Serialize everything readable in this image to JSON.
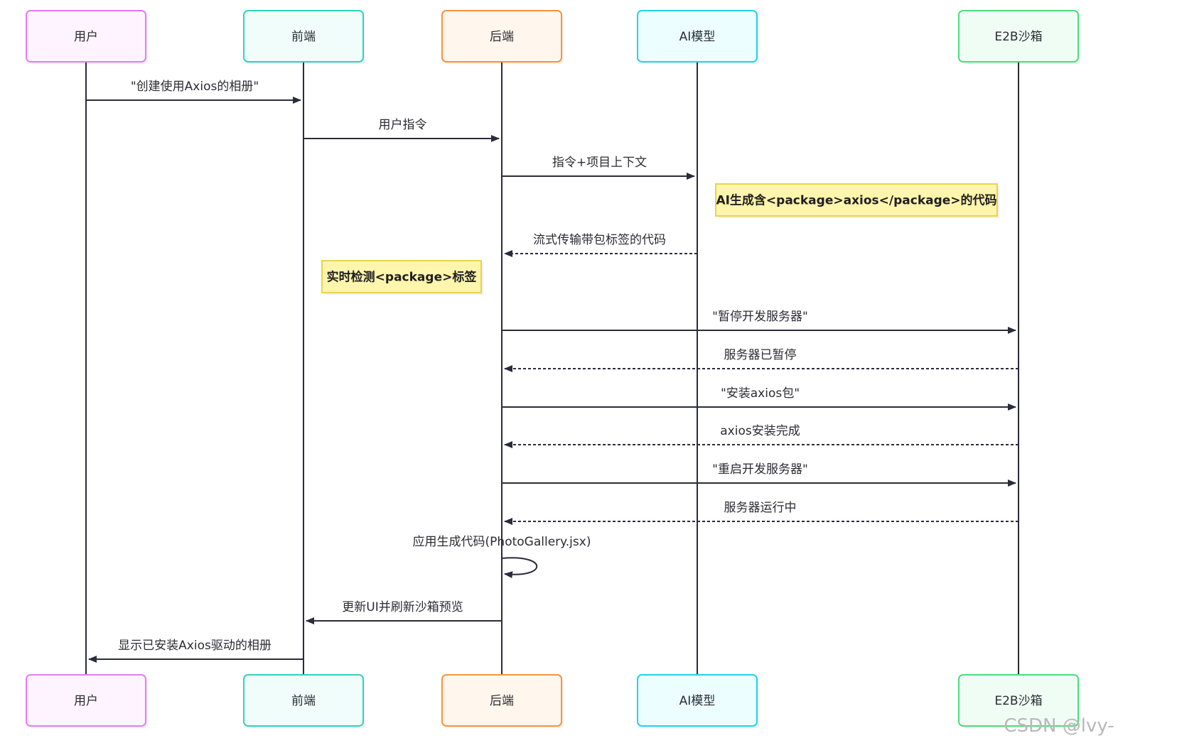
{
  "participants": [
    {
      "id": "user",
      "label": "用户",
      "stroke": "#e879f9",
      "fill": "#fdf4ff"
    },
    {
      "id": "frontend",
      "label": "前端",
      "stroke": "#2dd4bf",
      "fill": "#f0fdfa"
    },
    {
      "id": "backend",
      "label": "后端",
      "stroke": "#fb923c",
      "fill": "#fff7ed"
    },
    {
      "id": "ai",
      "label": "AI模型",
      "stroke": "#22d3ee",
      "fill": "#ecfeff"
    },
    {
      "id": "e2b",
      "label": "E2B沙箱",
      "stroke": "#4ade80",
      "fill": "#f0fdf4"
    }
  ],
  "messages": [
    {
      "from": "user",
      "to": "frontend",
      "label": "\"创建使用Axios的相册\"",
      "style": "solid"
    },
    {
      "from": "frontend",
      "to": "backend",
      "label": "用户指令",
      "style": "solid"
    },
    {
      "from": "backend",
      "to": "ai",
      "label": "指令+项目上下文",
      "style": "solid"
    },
    {
      "from": "ai",
      "to": "backend",
      "label": "流式传输带包标签的代码",
      "style": "dashed"
    },
    {
      "from": "backend",
      "to": "e2b",
      "label": "\"暂停开发服务器\"",
      "style": "solid"
    },
    {
      "from": "e2b",
      "to": "backend",
      "label": "服务器已暂停",
      "style": "dashed"
    },
    {
      "from": "backend",
      "to": "e2b",
      "label": "\"安装axios包\"",
      "style": "solid"
    },
    {
      "from": "e2b",
      "to": "backend",
      "label": "axios安装完成",
      "style": "dashed"
    },
    {
      "from": "backend",
      "to": "e2b",
      "label": "\"重启开发服务器\"",
      "style": "solid"
    },
    {
      "from": "e2b",
      "to": "backend",
      "label": "服务器运行中",
      "style": "dashed"
    },
    {
      "from": "backend",
      "to": "backend",
      "label": "应用生成代码(PhotoGallery.jsx)",
      "style": "self"
    },
    {
      "from": "backend",
      "to": "frontend",
      "label": "更新UI并刷新沙箱预览",
      "style": "solid"
    },
    {
      "from": "frontend",
      "to": "user",
      "label": "显示已安装Axios驱动的相册",
      "style": "solid"
    }
  ],
  "notes": [
    {
      "label": "AI生成含<package>axios</package>的代码",
      "position": "right of AI模型"
    },
    {
      "label": "实时检测<package>标签",
      "position": "left of 后端"
    }
  ],
  "colors": {
    "line": "#2b2b3b",
    "note_fill": "#fff5ad",
    "note_stroke": "#e8d44d"
  },
  "watermark": "CSDN @lvy-"
}
